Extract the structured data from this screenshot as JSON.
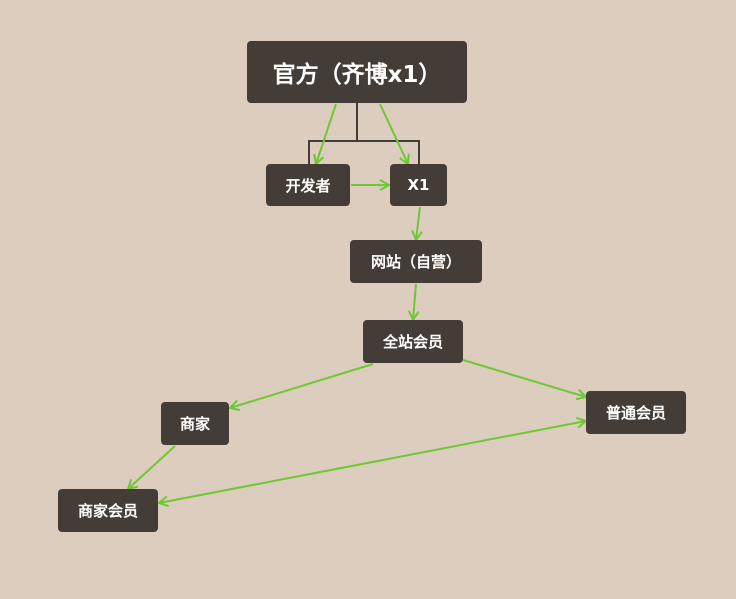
{
  "nodes": {
    "root": "官方（齐博x1）",
    "developer": "开发者",
    "x1": "X1",
    "website": "网站（自营）",
    "site_member": "全站会员",
    "merchant": "商家",
    "regular_member": "普通会员",
    "merchant_member": "商家会员"
  },
  "colors": {
    "background": "#ddcdbf",
    "node": "#443d37",
    "edge": "#6fc832",
    "connector": "#443d37"
  }
}
